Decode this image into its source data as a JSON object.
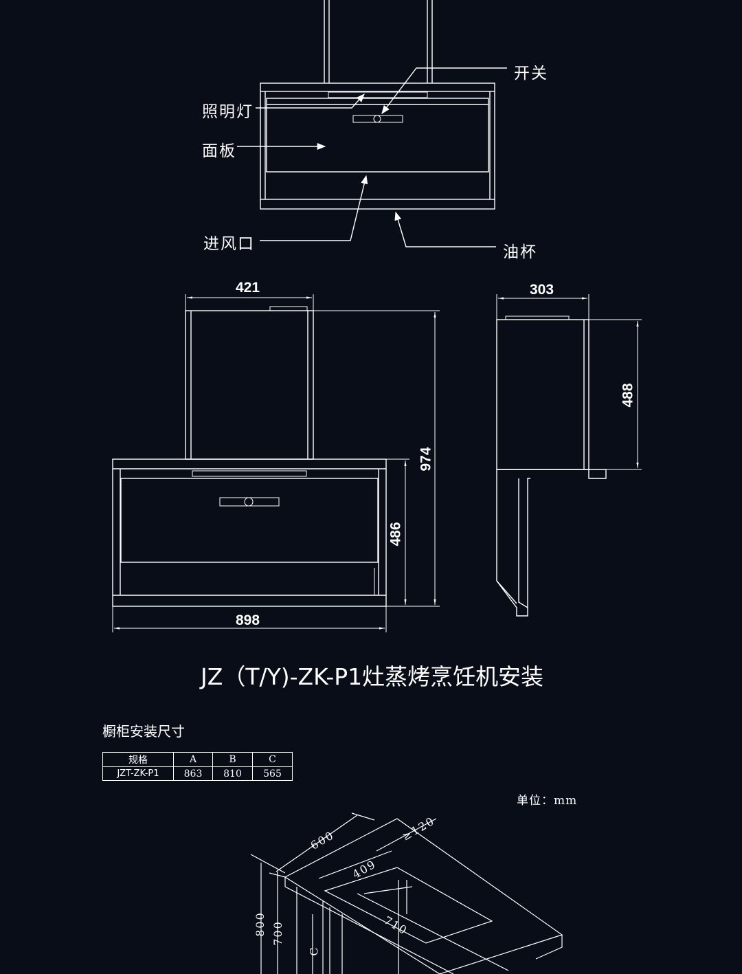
{
  "callouts": {
    "switch": "开关",
    "light": "照明灯",
    "panel": "面板",
    "air_inlet": "进风口",
    "oil_cup": "油杯"
  },
  "dimensions": {
    "front_top_width": "421",
    "front_total_height": "974",
    "front_body_height": "486",
    "front_width": "898",
    "side_depth": "303",
    "side_height": "488"
  },
  "title": "JZ（T/Y)-ZK-P1灶蒸烤烹饪机安装",
  "cabinet_section": {
    "heading": "橱柜安装尺寸",
    "table": {
      "headers": [
        "规格",
        "A",
        "B",
        "C"
      ],
      "rows": [
        [
          "JZT-ZK-P1",
          "863",
          "810",
          "565"
        ]
      ]
    },
    "unit": "单位：mm",
    "iso_labels": {
      "depth": "600",
      "gap": "≥120",
      "inner": "409",
      "length": "710",
      "height_outer": "800",
      "height_inner": "700",
      "c_label": "C"
    }
  },
  "colors": {
    "background": "#080d18",
    "line": "#ffffff"
  }
}
